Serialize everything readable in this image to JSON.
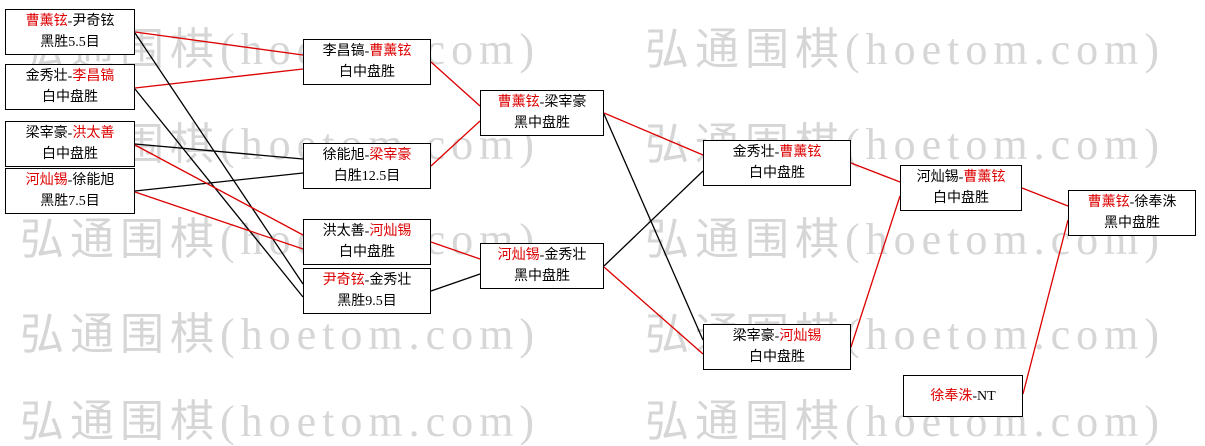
{
  "watermark": {
    "text": "弘通围棋(hoetom.com)",
    "color": "#d6d6d6"
  },
  "colors": {
    "advance_line": "#dd0000",
    "loser_line": "#000000",
    "winner_text": "#dd0000"
  },
  "matches": [
    {
      "id": "m1",
      "left": {
        "text": "曹薰铉",
        "cls": "red"
      },
      "right": {
        "text": "-尹奇铉",
        "cls": "blk"
      },
      "result": "黑胜5.5目"
    },
    {
      "id": "m2",
      "left": {
        "text": "金秀壮-",
        "cls": "blk"
      },
      "right": {
        "text": "李昌镐",
        "cls": "red"
      },
      "result": "白中盘胜"
    },
    {
      "id": "m3",
      "left": {
        "text": "梁宰豪-",
        "cls": "blk"
      },
      "right": {
        "text": "洪太善",
        "cls": "red"
      },
      "result": "白中盘胜"
    },
    {
      "id": "m4",
      "left": {
        "text": "河灿锡",
        "cls": "red"
      },
      "right": {
        "text": "-徐能旭",
        "cls": "blk"
      },
      "result": "黑胜7.5目"
    },
    {
      "id": "m5",
      "left": {
        "text": "李昌镐-",
        "cls": "blk"
      },
      "right": {
        "text": "曹薰铉",
        "cls": "red"
      },
      "result": "白中盘胜"
    },
    {
      "id": "m6",
      "left": {
        "text": "徐能旭-",
        "cls": "blk"
      },
      "right": {
        "text": "梁宰豪",
        "cls": "red"
      },
      "result": "白胜12.5目"
    },
    {
      "id": "m7",
      "left": {
        "text": "洪太善-",
        "cls": "blk"
      },
      "right": {
        "text": "河灿锡",
        "cls": "red"
      },
      "result": "白中盘胜"
    },
    {
      "id": "m8",
      "left": {
        "text": "尹奇铉",
        "cls": "red"
      },
      "right": {
        "text": "-金秀壮",
        "cls": "blk"
      },
      "result": "黑胜9.5目"
    },
    {
      "id": "m9",
      "left": {
        "text": "曹薰铉",
        "cls": "red"
      },
      "right": {
        "text": "-梁宰豪",
        "cls": "blk"
      },
      "result": "黑中盘胜"
    },
    {
      "id": "m10",
      "left": {
        "text": "河灿锡",
        "cls": "red"
      },
      "right": {
        "text": "-金秀壮",
        "cls": "blk"
      },
      "result": "黑中盘胜"
    },
    {
      "id": "m11",
      "left": {
        "text": "金秀壮-",
        "cls": "blk"
      },
      "right": {
        "text": "曹薰铉",
        "cls": "red"
      },
      "result": "白中盘胜"
    },
    {
      "id": "m12",
      "left": {
        "text": "梁宰豪-",
        "cls": "blk"
      },
      "right": {
        "text": "河灿锡",
        "cls": "red"
      },
      "result": "白中盘胜"
    },
    {
      "id": "m13",
      "left": {
        "text": "河灿锡-",
        "cls": "blk"
      },
      "right": {
        "text": "曹薰铉",
        "cls": "red"
      },
      "result": "白中盘胜"
    },
    {
      "id": "m14",
      "left": {
        "text": "曹薰铉",
        "cls": "red"
      },
      "right": {
        "text": "-徐奉洙",
        "cls": "blk"
      },
      "result": "黑中盘胜"
    },
    {
      "id": "m15",
      "left": {
        "text": "徐奉洙",
        "cls": "red"
      },
      "right": {
        "text": "-NT",
        "cls": "blk"
      },
      "result": ""
    }
  ],
  "connectors": [
    {
      "from": "m1",
      "to": "m5",
      "color": "red"
    },
    {
      "from": "m2",
      "to": "m5",
      "color": "red"
    },
    {
      "from": "m1",
      "to": "m8",
      "color": "black"
    },
    {
      "from": "m2",
      "to": "m8",
      "color": "black"
    },
    {
      "from": "m3",
      "to": "m6",
      "color": "black"
    },
    {
      "from": "m4",
      "to": "m6",
      "color": "black"
    },
    {
      "from": "m3",
      "to": "m7",
      "color": "red"
    },
    {
      "from": "m4",
      "to": "m7",
      "color": "red"
    },
    {
      "from": "m5",
      "to": "m9",
      "color": "red"
    },
    {
      "from": "m6",
      "to": "m9",
      "color": "red"
    },
    {
      "from": "m7",
      "to": "m10",
      "color": "red"
    },
    {
      "from": "m8",
      "to": "m10",
      "color": "black"
    },
    {
      "from": "m9",
      "to": "m11",
      "color": "red"
    },
    {
      "from": "m9",
      "to": "m12",
      "color": "black"
    },
    {
      "from": "m10",
      "to": "m11",
      "color": "black"
    },
    {
      "from": "m10",
      "to": "m12",
      "color": "red"
    },
    {
      "from": "m11",
      "to": "m13",
      "color": "red"
    },
    {
      "from": "m12",
      "to": "m13",
      "color": "red"
    },
    {
      "from": "m13",
      "to": "m14",
      "color": "red"
    },
    {
      "from": "m15",
      "to": "m14",
      "color": "red"
    }
  ]
}
